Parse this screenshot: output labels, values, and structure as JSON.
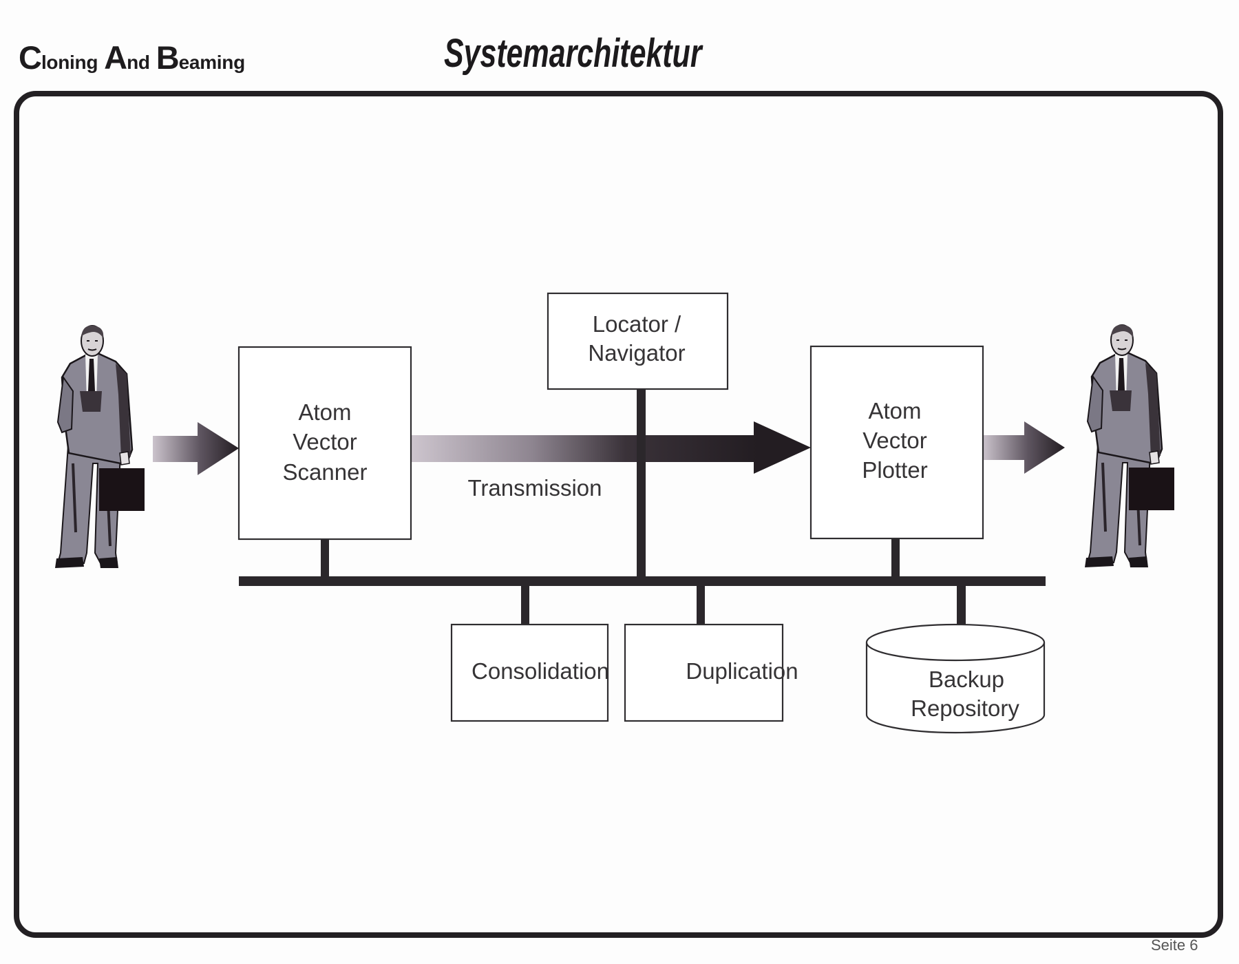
{
  "header": {
    "brand": {
      "word1_initial": "C",
      "word1_rest": "loning",
      "word2_initial": "A",
      "word2_rest": "nd",
      "word3_initial": "B",
      "word3_rest": "eaming"
    },
    "title": "Systemarchitektur"
  },
  "diagram": {
    "source_person": {
      "icon": "businessman-with-briefcase-icon"
    },
    "target_person": {
      "icon": "businessman-with-briefcase-icon"
    },
    "scanner": {
      "lines": [
        "Atom",
        "Vector",
        "Scanner"
      ]
    },
    "locator": {
      "lines": [
        "Locator /",
        "Navigator"
      ]
    },
    "plotter": {
      "lines": [
        "Atom",
        "Vector",
        "Plotter"
      ]
    },
    "transmission": {
      "label": "Transmission"
    },
    "consolidation": {
      "label": "Consolidation"
    },
    "duplication": {
      "label": "Duplication"
    },
    "backup": {
      "lines": [
        "Backup",
        "Repository"
      ]
    },
    "colors": {
      "arrow_light": "#cbc3cc",
      "arrow_dark": "#231d22",
      "suit": "#8a8794",
      "line": "#2b272b"
    }
  },
  "footer": {
    "page_label": "Seite 6"
  }
}
